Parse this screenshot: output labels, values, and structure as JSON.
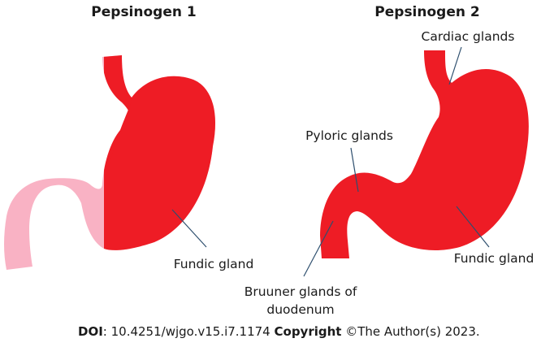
{
  "diagram": {
    "left": {
      "title": "Pepsinogen 1",
      "labels": {
        "fundic": "Fundic gland"
      }
    },
    "right": {
      "title": "Pepsinogen 2",
      "labels": {
        "cardiac": "Cardiac glands",
        "pyloric": "Pyloric glands",
        "fundic": "Fundic gland",
        "bruuner_line1": "Bruuner glands of",
        "bruuner_line2": "duodenum"
      }
    }
  },
  "footer": {
    "doi_label": "DOI",
    "doi_value": ": 10.4251/wjgo.v15.i7.1174 ",
    "copyright_label": "Copyright",
    "copyright_value": " ©The Author(s) 2023."
  },
  "colors": {
    "stomach_red": "#ee1c25",
    "stomach_pink": "#f9b2c4",
    "leader_line": "#2e4f6e"
  }
}
